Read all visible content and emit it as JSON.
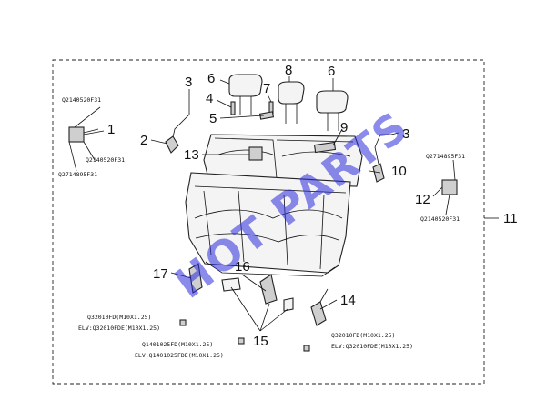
{
  "callouts": {
    "c1": "1",
    "c2": "2",
    "c3a": "3",
    "c3b": "3",
    "c4": "4",
    "c5": "5",
    "c6a": "6",
    "c6b": "6",
    "c7": "7",
    "c8": "8",
    "c9": "9",
    "c10": "10",
    "c11": "11",
    "c12": "12",
    "c13": "13",
    "c14": "14",
    "c15": "15",
    "c16": "16",
    "c17": "17"
  },
  "part_numbers": {
    "left_top": "Q2140520F31",
    "left_mid": "Q2140520F31",
    "left_bottom": "Q2714895F31",
    "right_top": "Q2714895F31",
    "right_bottom": "Q2140520F31",
    "bl_fd": "Q32010FD(M10X1.25)",
    "bl_elv": "ELV:Q32010FDE(M10X1.25)",
    "bc_fd": "Q1401025FD(M10X1.25)",
    "bc_elv": "ELV:Q1401025FDE(M10X1.25)",
    "br_fd": "Q32010FD(M10X1.25)",
    "br_elv": "ELV:Q32010FDE(M10X1.25)"
  },
  "watermark": "HOT PARTS",
  "colors": {
    "watermark": "#2b2bdc",
    "line": "#111111"
  }
}
